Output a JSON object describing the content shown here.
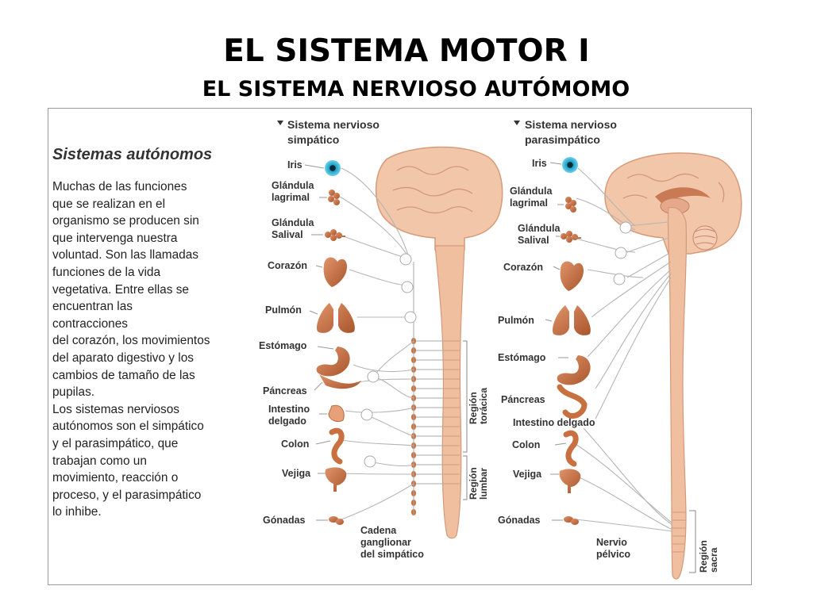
{
  "title": "EL SISTEMA MOTOR I",
  "subtitle": "EL SISTEMA NERVIOSO AUTÓMOMO",
  "side": {
    "heading": "Sistemas autónomos",
    "body": "Muchas de las funciones\nque se realizan en el\norganismo se producen sin\nque intervenga nuestra\nvoluntad. Son las llamadas\nfunciones de la vida\nvegetativa. Entre ellas se\nencuentran las\ncontracciones\ndel corazón, los movimientos\ndel aparato digestivo y los\ncambios de tamaño de las\npupilas.\nLos sistemas nerviosos\nautónomos son el simpático\ny el parasimpático, que\ntrabajan como un\nmovimiento, reacción o\nproceso, y el parasimpático\nlo inhibe."
  },
  "symp": {
    "h1": "Sistema nervioso",
    "h2": "simpático",
    "iris": "Iris",
    "lagrimal1": "Glándula",
    "lagrimal2": "lagrimal",
    "salival1": "Glándula",
    "salival2": "Salival",
    "corazon": "Corazón",
    "pulmon": "Pulmón",
    "estomago": "Estómago",
    "pancreas": "Páncreas",
    "intestino1": "Intestino",
    "intestino2": "delgado",
    "colon": "Colon",
    "vejiga": "Vejiga",
    "gonadas": "Gónadas",
    "cadena1": "Cadena",
    "cadena2": "ganglionar",
    "cadena3": "del simpático",
    "toracica1": "Región",
    "toracica2": "torácica",
    "lumbar1": "Región",
    "lumbar2": "lumbar"
  },
  "para": {
    "h1": "Sistema nervioso",
    "h2": "parasimpático",
    "iris": "Iris",
    "lagrimal1": "Glándula",
    "lagrimal2": "lagrimal",
    "salival1": "Glándula",
    "salival2": "Salival",
    "corazon": "Corazón",
    "pulmon": "Pulmón",
    "estomago": "Estómago",
    "pancreas": "Páncreas",
    "intestino": "Intestino delgado",
    "colon": "Colon",
    "vejiga": "Vejiga",
    "gonadas": "Gónadas",
    "nervio1": "Nervio",
    "nervio2": "pélvico",
    "sacra1": "Región",
    "sacra2": "sacra"
  },
  "colors": {
    "organ": "#c8703f",
    "spine": "#f0bfa0",
    "brain": "#f2c6a8",
    "nerve": "#b5b5b5",
    "iris": "#1d9ec4"
  }
}
